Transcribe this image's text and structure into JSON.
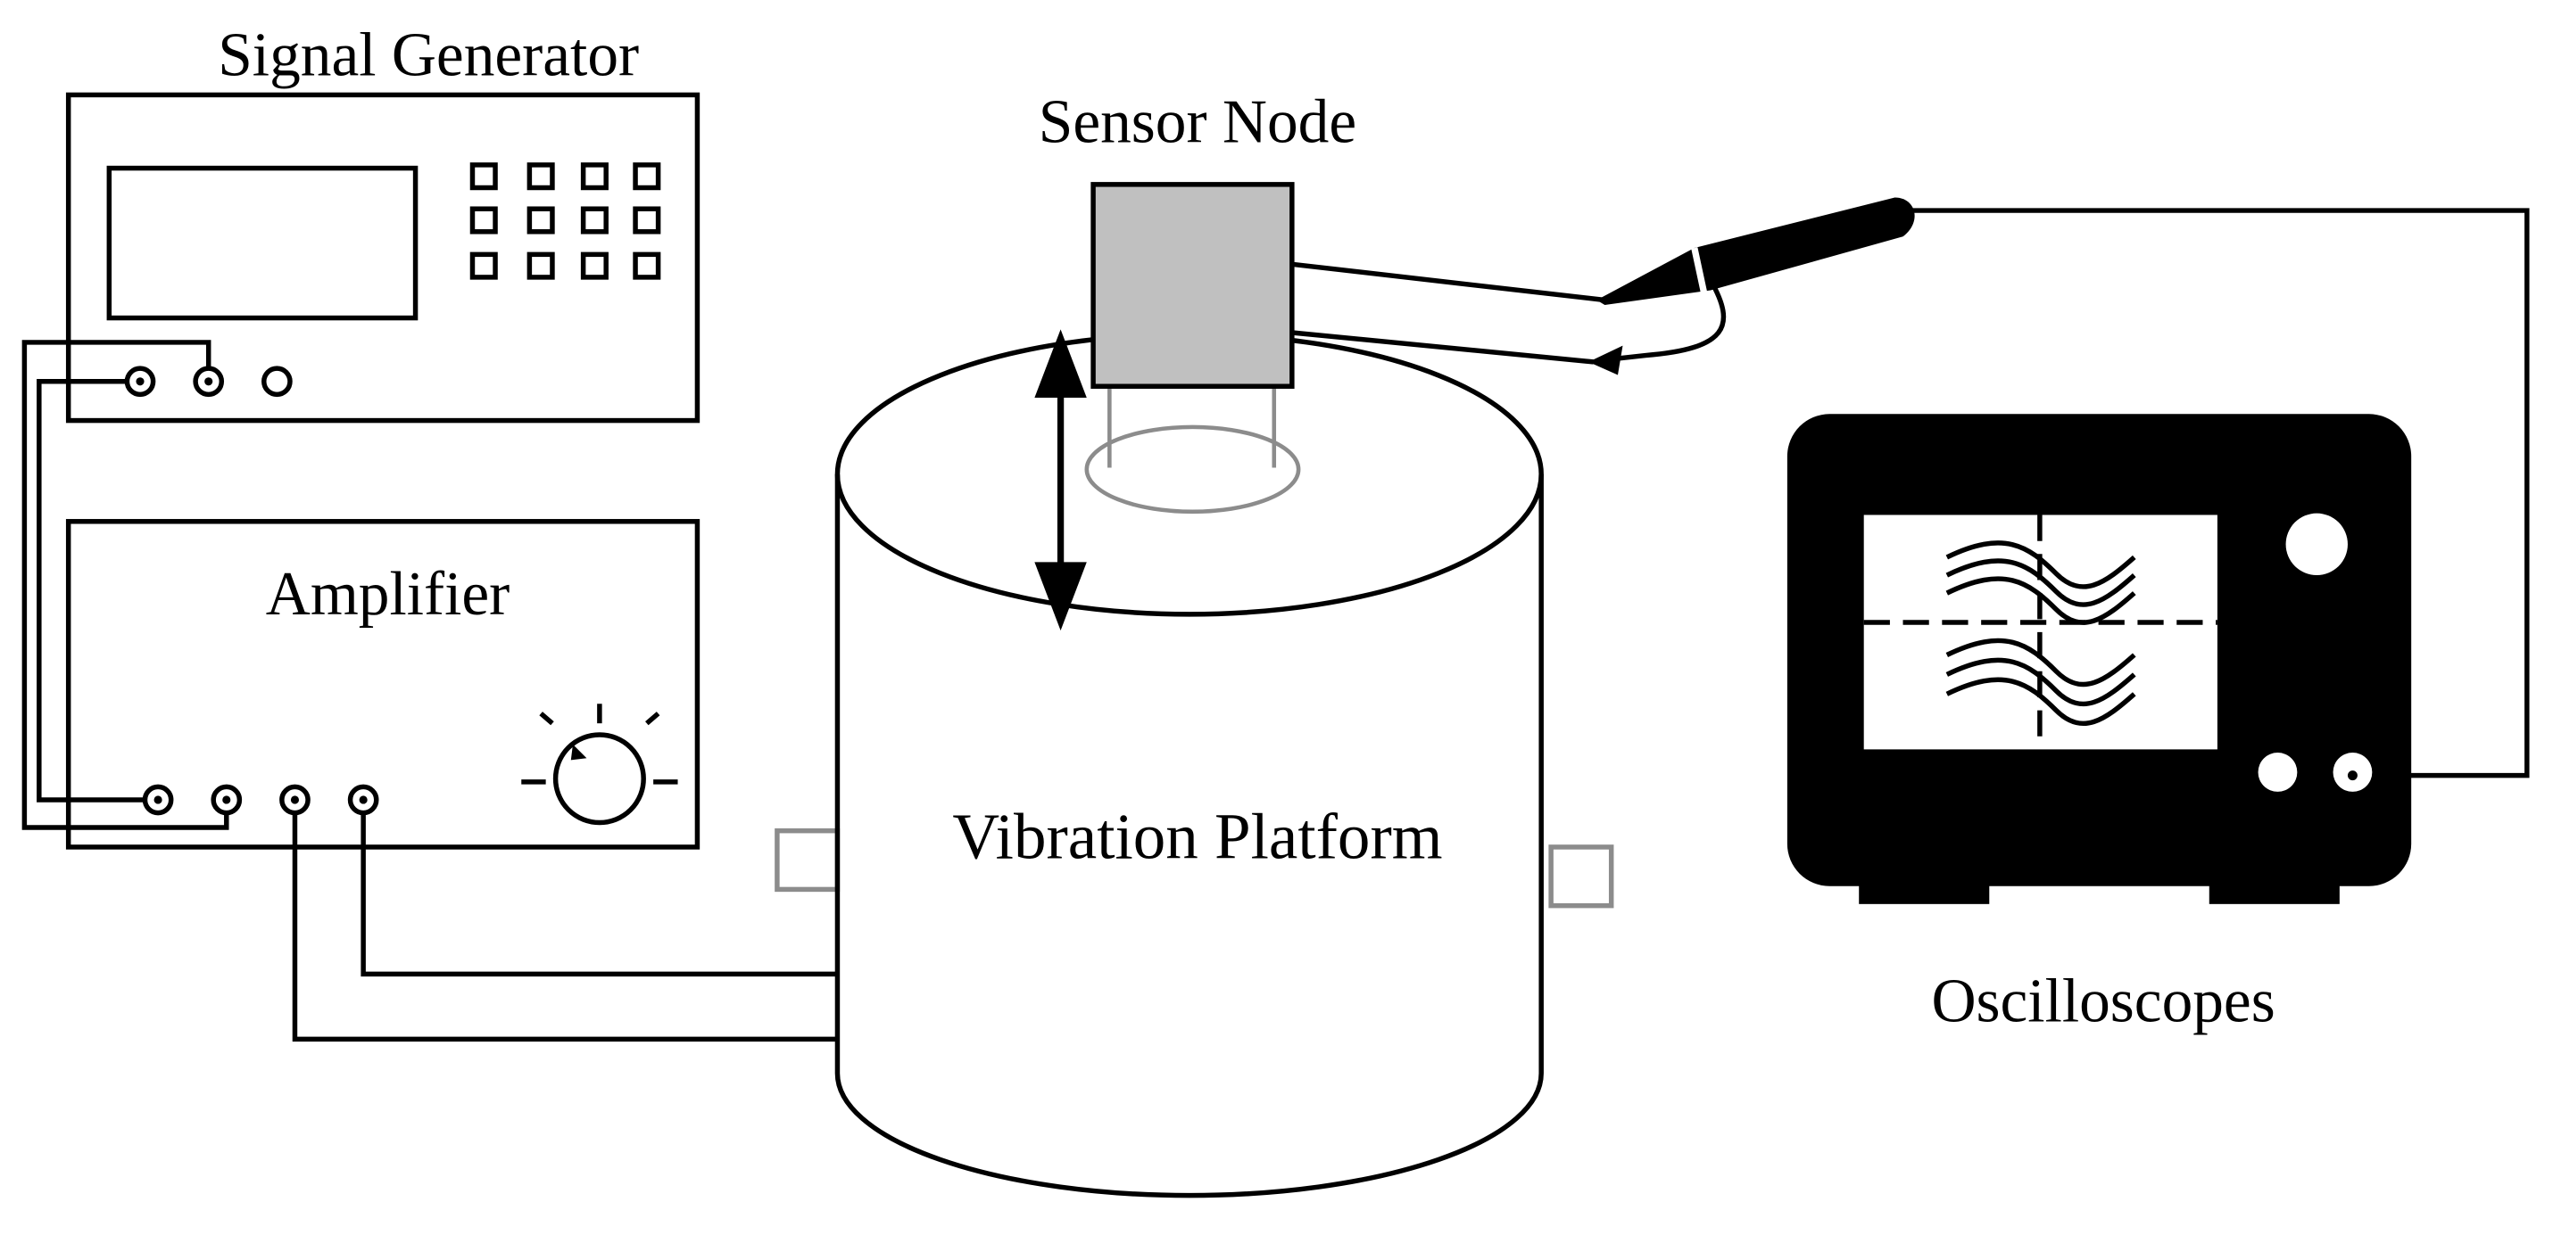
{
  "labels": {
    "signal_generator": "Signal Generator",
    "sensor_node": "Sensor Node",
    "amplifier": "Amplifier",
    "vibration_platform": "Vibration Platform",
    "oscilloscopes": "Oscilloscopes"
  },
  "colors": {
    "line": "#000000",
    "background": "#ffffff",
    "sensor_fill": "#c0c0c0",
    "faint_outline": "#8c8c8c"
  }
}
